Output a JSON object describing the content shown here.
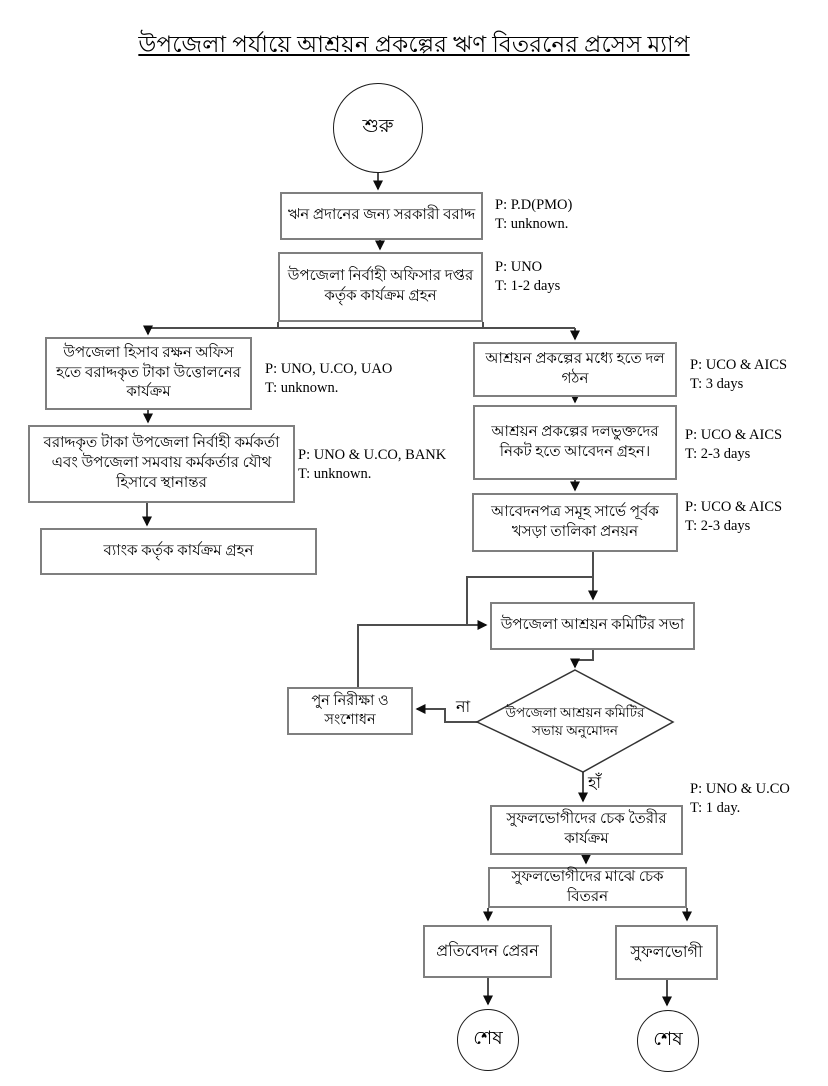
{
  "title": "উপজেলা পর্যায়ে আশ্রয়ন প্রকল্পের ঋণ বিতরনের প্রসেস ম্যাপ",
  "nodes": {
    "start": {
      "label": "শুরু"
    },
    "govt_allocation": {
      "label": "ঋন প্রদানের জন্য সরকারী বরাদ্দ",
      "p": "P: P.D(PMO)",
      "t": "T: unknown."
    },
    "uno_office": {
      "label": "উপজেলা নির্বাহী অফিসার দপ্তর কর্তৃক কার্যক্রম গ্রহন",
      "p": "P: UNO",
      "t": "T: 1-2 days"
    },
    "accounts_office": {
      "label": "উপজেলা হিসাব রক্ষন অফিস হতে বরাদ্দকৃত টাকা উত্তোলনের কার্যক্রম",
      "p": "P: UNO, U.CO, UAO",
      "t": "T: unknown."
    },
    "joint_account": {
      "label": "বরাদ্দকৃত টাকা উপজেলা নির্বাহী কর্মকর্তা এবং উপজেলা সমবায় কর্মকর্তার যৌথ হিসাবে স্থানান্তর",
      "p": "P: UNO & U.CO, BANK",
      "t": "T: unknown."
    },
    "bank_action": {
      "label": "ব্যাংক কর্তৃক কার্যক্রম গ্রহন"
    },
    "group_formation": {
      "label": "আশ্রয়ন প্রকল্পের মধ্যে হতে দল গঠন",
      "p": "P: UCO & AICS",
      "t": "T: 3 days"
    },
    "application_receive": {
      "label": "আশ্রয়ন প্রকল্পের দলভুক্তদের নিকট হতে আবেদন গ্রহন।",
      "p": "P: UCO & AICS",
      "t": "T: 2-3 days"
    },
    "draft_list": {
      "label": "আবেদনপত্র সমূহ সার্ভে পূর্বক খসড়া তালিকা প্রনয়ন",
      "p": "P: UCO & AICS",
      "t": "T: 2-3 days"
    },
    "committee_meeting": {
      "label": "উপজেলা আশ্রয়ন কমিটির সভা"
    },
    "review_correction": {
      "label": "পুন নিরীক্ষা ও সংশোধন"
    },
    "approval_decision": {
      "label": "উপজেলা আশ্রয়ন কমিটির সভায় অনুমোদন"
    },
    "cheque_preparation": {
      "label": "সুফলভোগীদের চেক তৈরীর কার্যক্রম",
      "p": "P: UNO & U.CO",
      "t": "T: 1 day."
    },
    "cheque_distribution": {
      "label": "সুফলভোগীদের মাঝে চেক বিতরন"
    },
    "report_send": {
      "label": "প্রতিবেদন প্রেরন"
    },
    "beneficiary": {
      "label": "সুফলভোগী"
    },
    "end_left": {
      "label": "শেষ"
    },
    "end_right": {
      "label": "শেষ"
    }
  },
  "edge_labels": {
    "no": "না",
    "yes": "হাঁ"
  },
  "colors": {
    "line": "#4d4d4d",
    "box_border": "#7f7f7f",
    "arrow": "#0d0d0d",
    "text": "#000000"
  }
}
